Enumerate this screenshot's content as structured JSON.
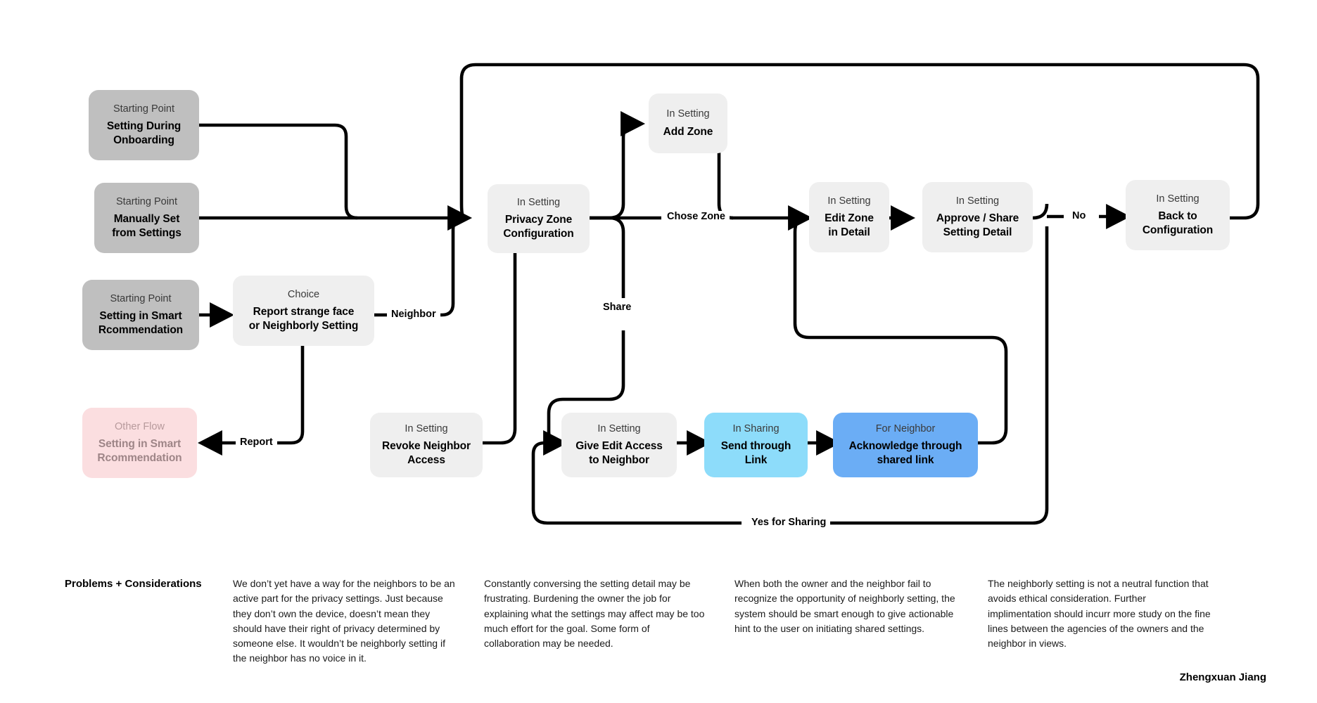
{
  "diagram": {
    "nodes": [
      {
        "id": "onboarding",
        "kicker": "Starting Point",
        "title": "Setting During\nOnboarding"
      },
      {
        "id": "manual",
        "kicker": "Starting Point",
        "title": "Manually Set\nfrom Settings"
      },
      {
        "id": "smartrec",
        "kicker": "Starting Point",
        "title": "Setting in Smart\nRcommendation"
      },
      {
        "id": "choice",
        "kicker": "Choice",
        "title": "Report strange face\nor Neighborly Setting"
      },
      {
        "id": "otherflow",
        "kicker": "Other Flow",
        "title": "Setting in Smart\nRcommendation"
      },
      {
        "id": "privacyzone",
        "kicker": "In Setting",
        "title": "Privacy Zone\nConfiguration"
      },
      {
        "id": "addzone",
        "kicker": "In Setting",
        "title": "Add Zone"
      },
      {
        "id": "editzone",
        "kicker": "In Setting",
        "title": "Edit Zone\nin Detail"
      },
      {
        "id": "approve",
        "kicker": "In Setting",
        "title": "Approve / Share\nSetting Detail"
      },
      {
        "id": "backconfig",
        "kicker": "In Setting",
        "title": "Back to\nConfiguration"
      },
      {
        "id": "revoke",
        "kicker": "In Setting",
        "title": "Revoke Neighbor\nAccess"
      },
      {
        "id": "giveedit",
        "kicker": "In Setting",
        "title": "Give Edit Access\nto Neighbor"
      },
      {
        "id": "sendlink",
        "kicker": "In Sharing",
        "title": "Send through\nLink"
      },
      {
        "id": "acknowledge",
        "kicker": "For Neighbor",
        "title": "Acknowledge through\nshared link"
      }
    ],
    "edge_labels": [
      {
        "id": "neighbor",
        "text": "Neighbor"
      },
      {
        "id": "report",
        "text": "Report"
      },
      {
        "id": "chose-zone",
        "text": "Chose Zone"
      },
      {
        "id": "share",
        "text": "Share"
      },
      {
        "id": "no",
        "text": "No"
      },
      {
        "id": "yes-for-sharing",
        "text": "Yes for Sharing"
      }
    ],
    "colors": {
      "starting_point": "#bfbfbf",
      "in_setting": "#efefef",
      "other_flow": "#fbdee0",
      "in_sharing": "#8ddcfa",
      "for_neighbor": "#6badf5",
      "edge": "#000000"
    }
  },
  "footer": {
    "title": "Problems + Considerations",
    "notes": [
      "We don’t yet have a way for the neighbors to be an active part for the privacy settings. Just because they don’t own the device, doesn’t mean they should have their right of privacy determined by someone else. It wouldn’t be neighborly setting if the neighbor has no voice in it.",
      "Constantly conversing the setting detail may be frustrating. Burdening the owner the job for explaining what the settings may affect may be too much effort for the goal. Some form of collaboration may be needed.",
      "When both the owner and the neighbor fail to recognize the opportunity of neighborly setting, the system should be smart enough to give actionable hint to the user on initiating shared settings.",
      "The neighborly setting is not a neutral function that avoids ethical consideration. Further implimentation should incurr more study on the fine lines between the agencies of the owners and the neighbor in views."
    ],
    "signature": "Zhengxuan Jiang"
  }
}
